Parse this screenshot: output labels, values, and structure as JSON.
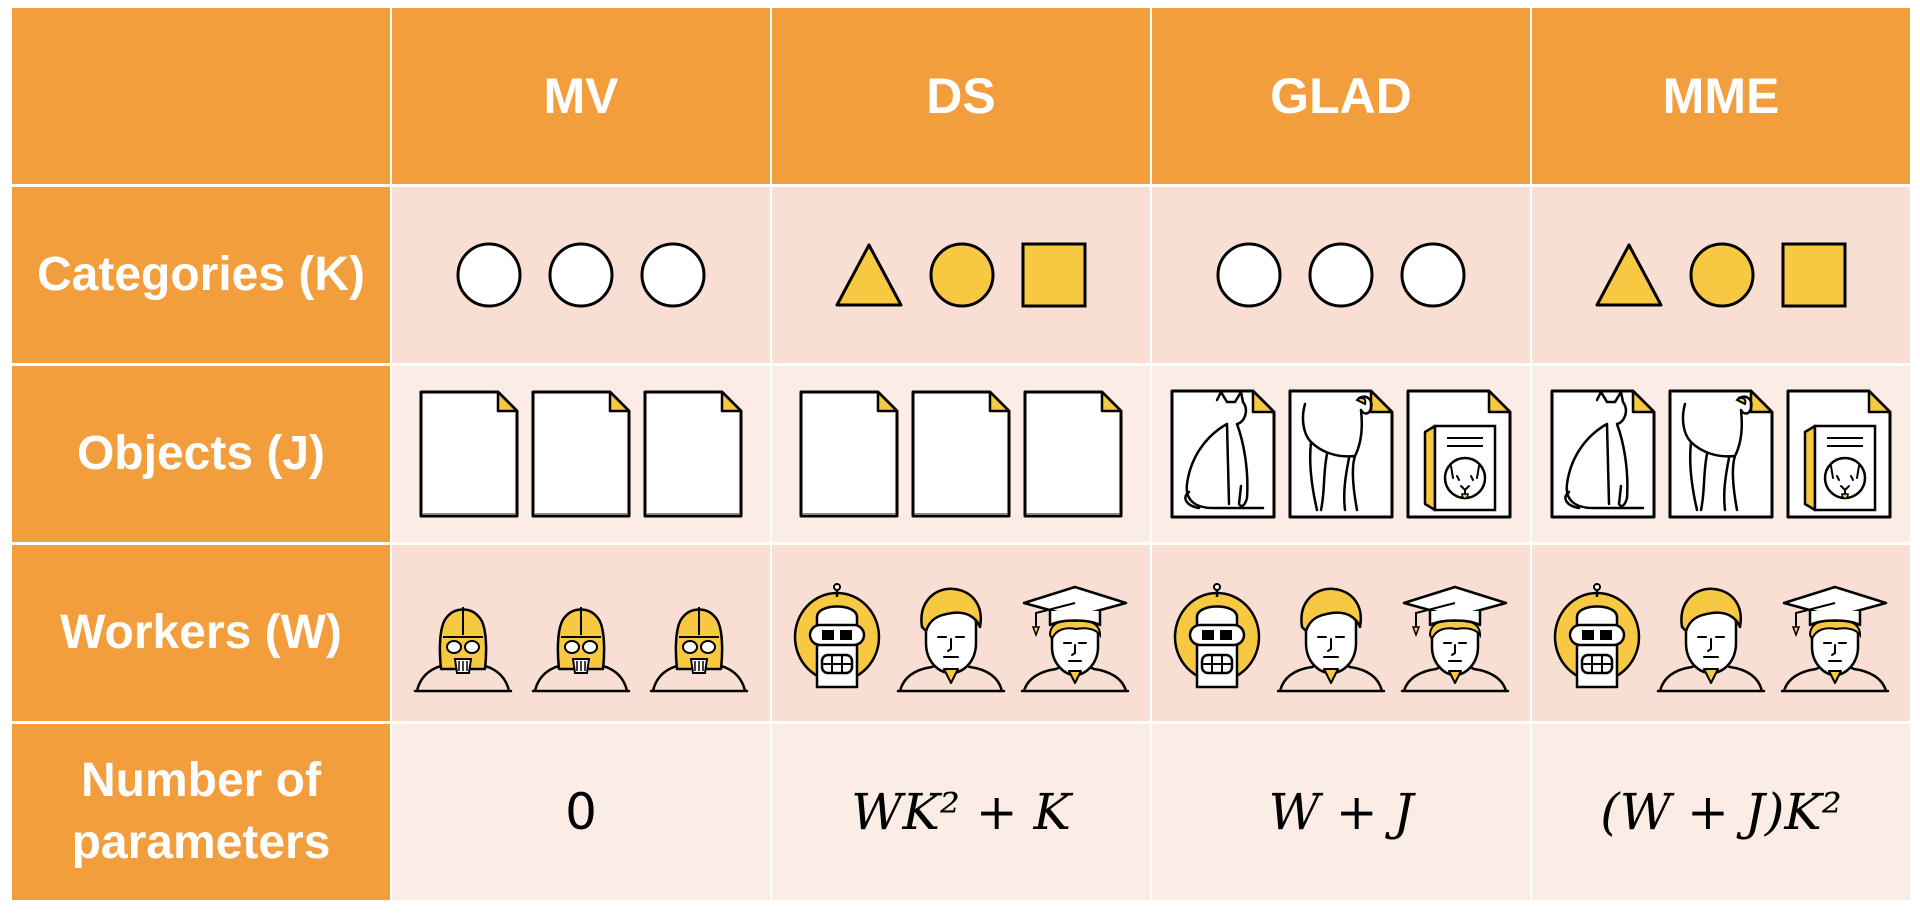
{
  "table": {
    "columns": [
      "",
      "MV",
      "DS",
      "GLAD",
      "MME"
    ],
    "rows": {
      "categories": {
        "label": "Categories (K)",
        "icons": {
          "MV": [
            "circle-icon",
            "circle-icon",
            "circle-icon"
          ],
          "DS": [
            "triangle-icon",
            "circle-icon",
            "square-icon"
          ],
          "GLAD": [
            "circle-icon",
            "circle-icon",
            "circle-icon"
          ],
          "MME": [
            "triangle-icon",
            "circle-icon",
            "square-icon"
          ]
        }
      },
      "objects": {
        "label": "Objects (J)",
        "icons": {
          "MV": [
            "blank-document-icon",
            "blank-document-icon",
            "blank-document-icon"
          ],
          "DS": [
            "blank-document-icon",
            "blank-document-icon",
            "blank-document-icon"
          ],
          "GLAD": [
            "cat-document-icon",
            "dog-document-icon",
            "dog-food-document-icon"
          ],
          "MME": [
            "cat-document-icon",
            "dog-document-icon",
            "dog-food-document-icon"
          ]
        }
      },
      "workers": {
        "label": "Workers (W)",
        "icons": {
          "MV": [
            "helmeted-worker-icon",
            "helmeted-worker-icon",
            "helmeted-worker-icon"
          ],
          "DS": [
            "robot-worker-icon",
            "person-worker-icon",
            "graduate-worker-icon"
          ],
          "GLAD": [
            "robot-worker-icon",
            "person-worker-icon",
            "graduate-worker-icon"
          ],
          "MME": [
            "robot-worker-icon",
            "person-worker-icon",
            "graduate-worker-icon"
          ]
        }
      },
      "parameters": {
        "label_line1": "Number of",
        "label_line2": "parameters",
        "values": {
          "MV": "0",
          "DS": "WK² + K",
          "GLAD": "W + J",
          "MME": "(W + J)K²"
        }
      }
    }
  },
  "colors": {
    "header": "#f29e3d",
    "row_dark": "#f9dfd3",
    "row_light": "#fbede6",
    "icon_yellow": "#f7c842",
    "header_text": "#ffffff"
  }
}
